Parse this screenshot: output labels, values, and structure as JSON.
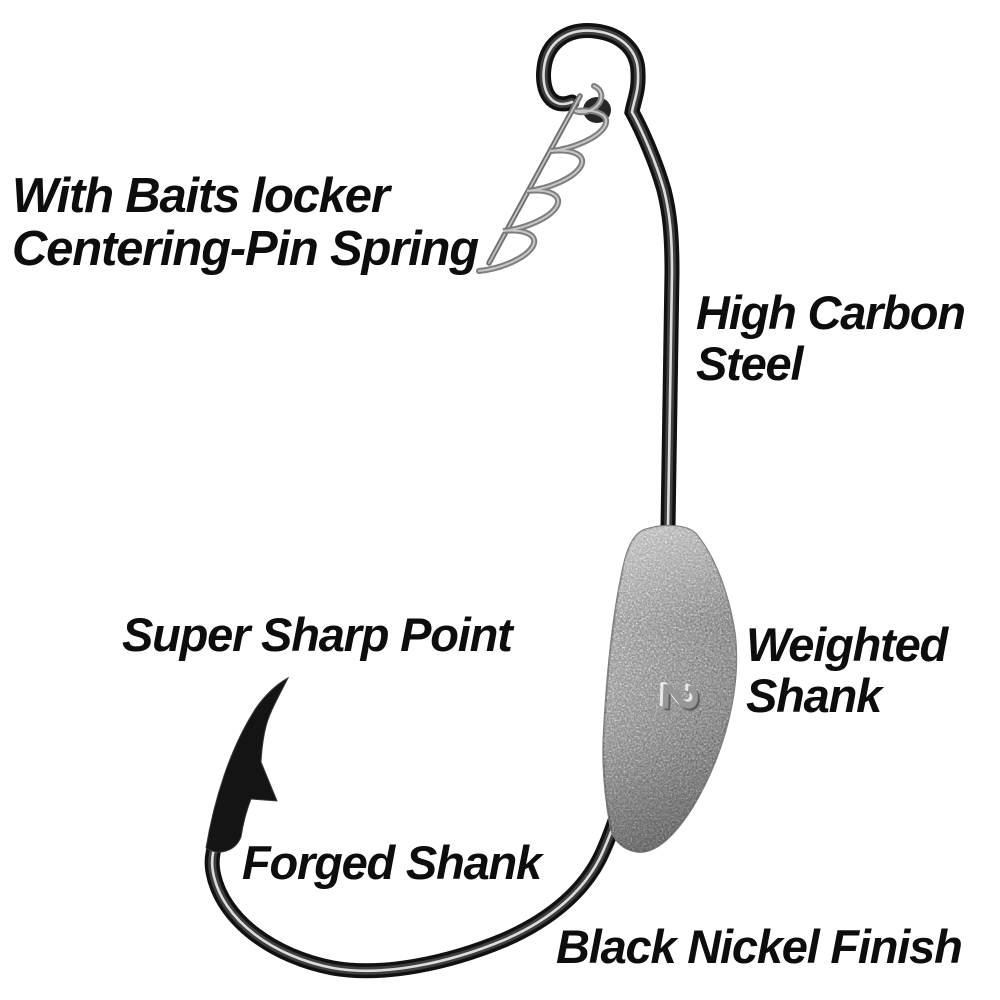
{
  "illustration": {
    "subject": "weighted-swimbait-fishing-hook",
    "weight_marking": "2"
  },
  "labels": {
    "spring": {
      "line1": "With Baits locker",
      "line2": "Centering-Pin Spring"
    },
    "steel": {
      "line1": "High Carbon",
      "line2": "Steel"
    },
    "sharp_point": "Super Sharp Point",
    "weighted_shank": {
      "line1": "Weighted",
      "line2": "Shank"
    },
    "forged_shank": "Forged Shank",
    "finish": "Black Nickel Finish"
  },
  "colors": {
    "background": "#ffffff",
    "text": "#0d0d0d",
    "hook_wire": "#111111",
    "wire_sheen": "#484848",
    "wire_highlight": "#ededed",
    "spring_wire": "#7e7e7e",
    "spring_highlight": "#cfcfcf",
    "lead_light": "#d8d8d8",
    "lead_dark": "#8c8c8c"
  }
}
